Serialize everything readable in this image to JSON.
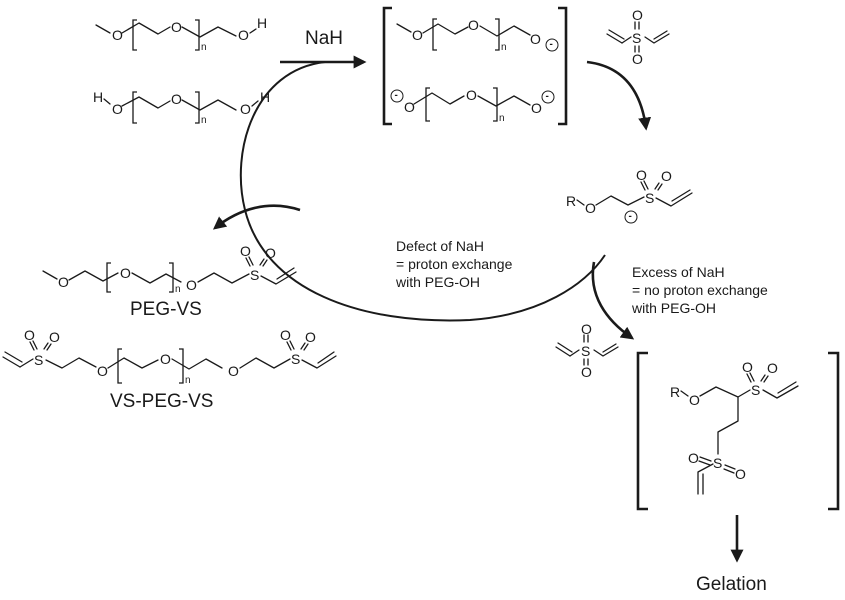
{
  "scheme": {
    "reagent_label": "NaH",
    "atoms": {
      "oxygen": "O",
      "hydrogen": "H",
      "sulfur": "S",
      "r_group": "R",
      "repeat_n": "n",
      "minus": "-"
    },
    "reactants": {
      "mpeg_oh": "mPEG-OH",
      "peg_diol": "HO-PEG-OH"
    },
    "products": {
      "peg_vs_label": "PEG-VS",
      "vs_peg_vs_label": "VS-PEG-VS",
      "gelation_label": "Gelation"
    },
    "conditions": {
      "defect": [
        "Defect of NaH",
        "= proton exchange",
        "with PEG-OH"
      ],
      "excess": [
        "Excess of NaH",
        "= no proton exchange",
        "with PEG-OH"
      ]
    }
  },
  "colors": {
    "ink": "#1a1a1a",
    "background": "#ffffff"
  }
}
